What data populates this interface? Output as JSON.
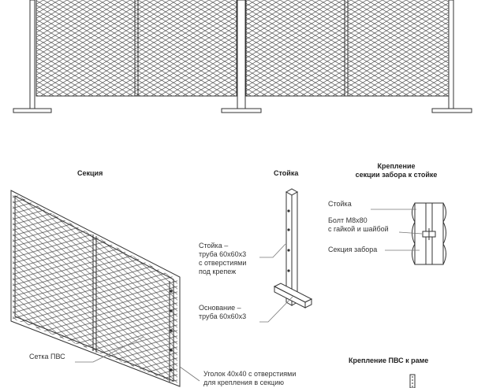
{
  "titles": {
    "section": "Секция",
    "post": "Стойка",
    "mount_line1": "Крепление",
    "mount_line2": "секции забора к стойке",
    "pvs_mount": "Крепление ПВС к раме"
  },
  "labels": {
    "post_pipe": [
      "Стойка –",
      "труба 60х60х3",
      "с отверстиями",
      "под крепеж"
    ],
    "base_pipe": [
      "Основание –",
      "труба 60х60х3"
    ],
    "mesh": "Сетка ПВС",
    "angle": [
      "Уголок 40х40 с отверстиями",
      "для крепления в секцию"
    ],
    "mount_post": "Стойка",
    "bolt": [
      "Болт М8х80",
      "с гайкой и шайбой"
    ],
    "fence_section": "Секция забора"
  },
  "colors": {
    "line": "#3a3a3a",
    "leader": "#777777",
    "text": "#333333"
  }
}
